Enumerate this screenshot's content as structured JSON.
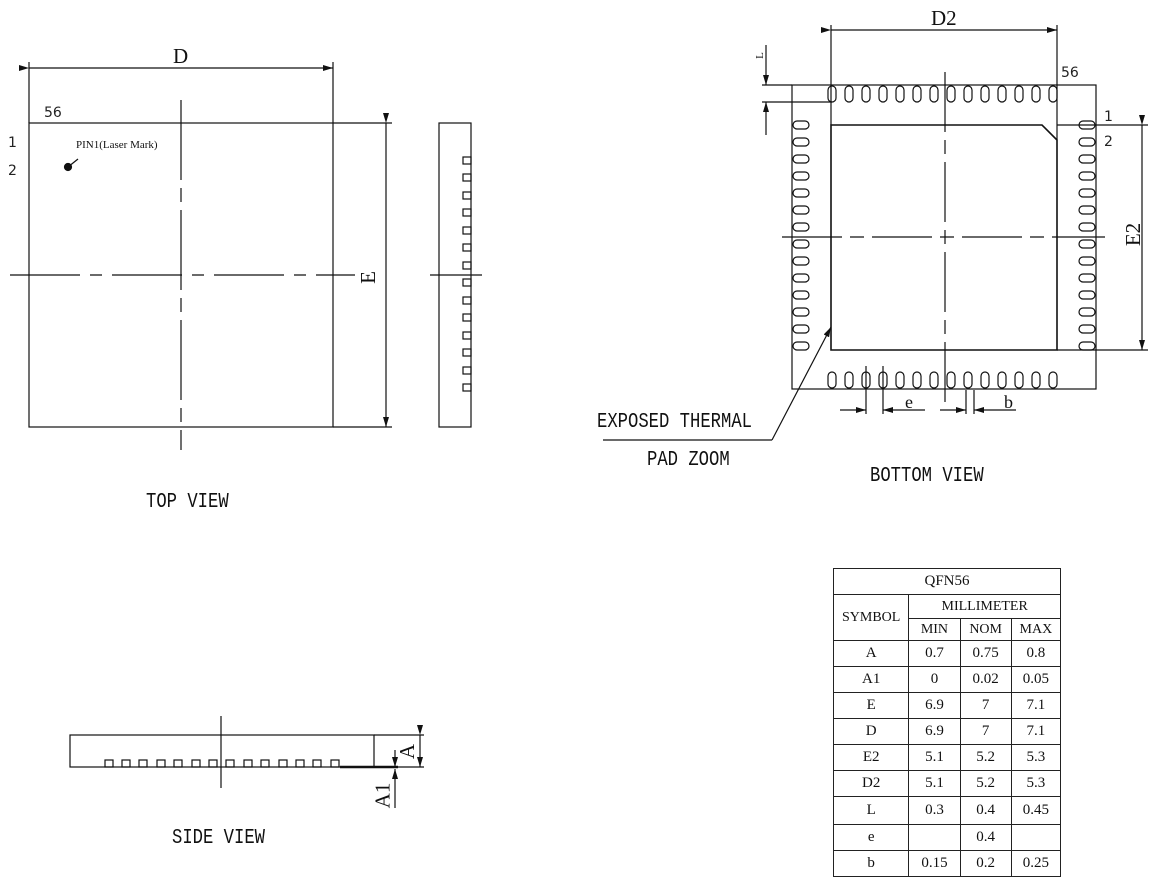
{
  "top_view": {
    "caption": "TOP VIEW",
    "dim_d": "D",
    "dim_e": "E",
    "pin_56": "56",
    "pin_1": "1",
    "pin_2": "2",
    "pin1_mark": "PIN1(Laser Mark)"
  },
  "bottom_view": {
    "caption": "BOTTOM VIEW",
    "dim_d2": "D2",
    "dim_e2": "E2",
    "dim_l": "L",
    "dim_e_pitch": "e",
    "dim_b": "b",
    "pin_56": "56",
    "pin_1": "1",
    "pin_2": "2",
    "callout_line1": "EXPOSED THERMAL",
    "callout_line2": "PAD ZOOM"
  },
  "side_view": {
    "caption": "SIDE VIEW",
    "dim_a": "A",
    "dim_a1": "A1"
  },
  "spec_table": {
    "title": "QFN56",
    "symbol_header": "SYMBOL",
    "unit_header": "MILLIMETER",
    "col_min": "MIN",
    "col_nom": "NOM",
    "col_max": "MAX",
    "rows": [
      {
        "symbol": "A",
        "min": "0.7",
        "nom": "0.75",
        "max": "0.8"
      },
      {
        "symbol": "A1",
        "min": "0",
        "nom": "0.02",
        "max": "0.05"
      },
      {
        "symbol": "E",
        "min": "6.9",
        "nom": "7",
        "max": "7.1"
      },
      {
        "symbol": "D",
        "min": "6.9",
        "nom": "7",
        "max": "7.1"
      },
      {
        "symbol": "E2",
        "min": "5.1",
        "nom": "5.2",
        "max": "5.3"
      },
      {
        "symbol": "D2",
        "min": "5.1",
        "nom": "5.2",
        "max": "5.3"
      },
      {
        "symbol": "L",
        "min": "0.3",
        "nom": "0.4",
        "max": "0.45"
      },
      {
        "symbol": "e",
        "min": "",
        "nom": "0.4",
        "max": ""
      },
      {
        "symbol": "b",
        "min": "0.15",
        "nom": "0.2",
        "max": "0.25"
      }
    ]
  }
}
